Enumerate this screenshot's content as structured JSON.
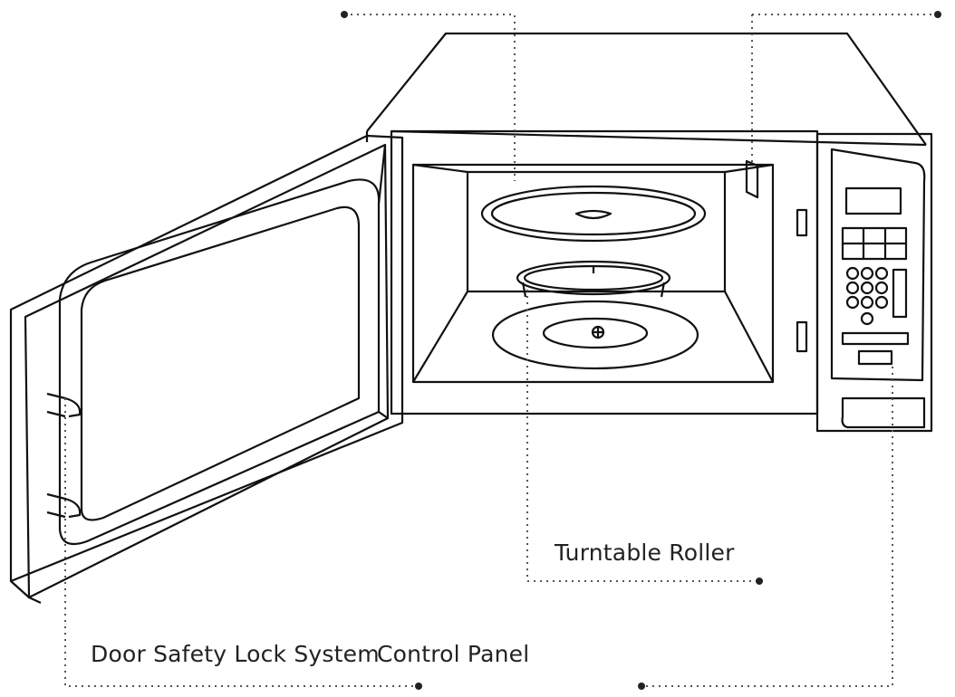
{
  "labels": {
    "turntable_roller": "Turntable Roller",
    "door_safety_lock_system": "Door Safety Lock System",
    "control_panel": "Control Panel"
  },
  "colors": {
    "line": "#111111",
    "leader": "#555555",
    "background": "#ffffff"
  }
}
